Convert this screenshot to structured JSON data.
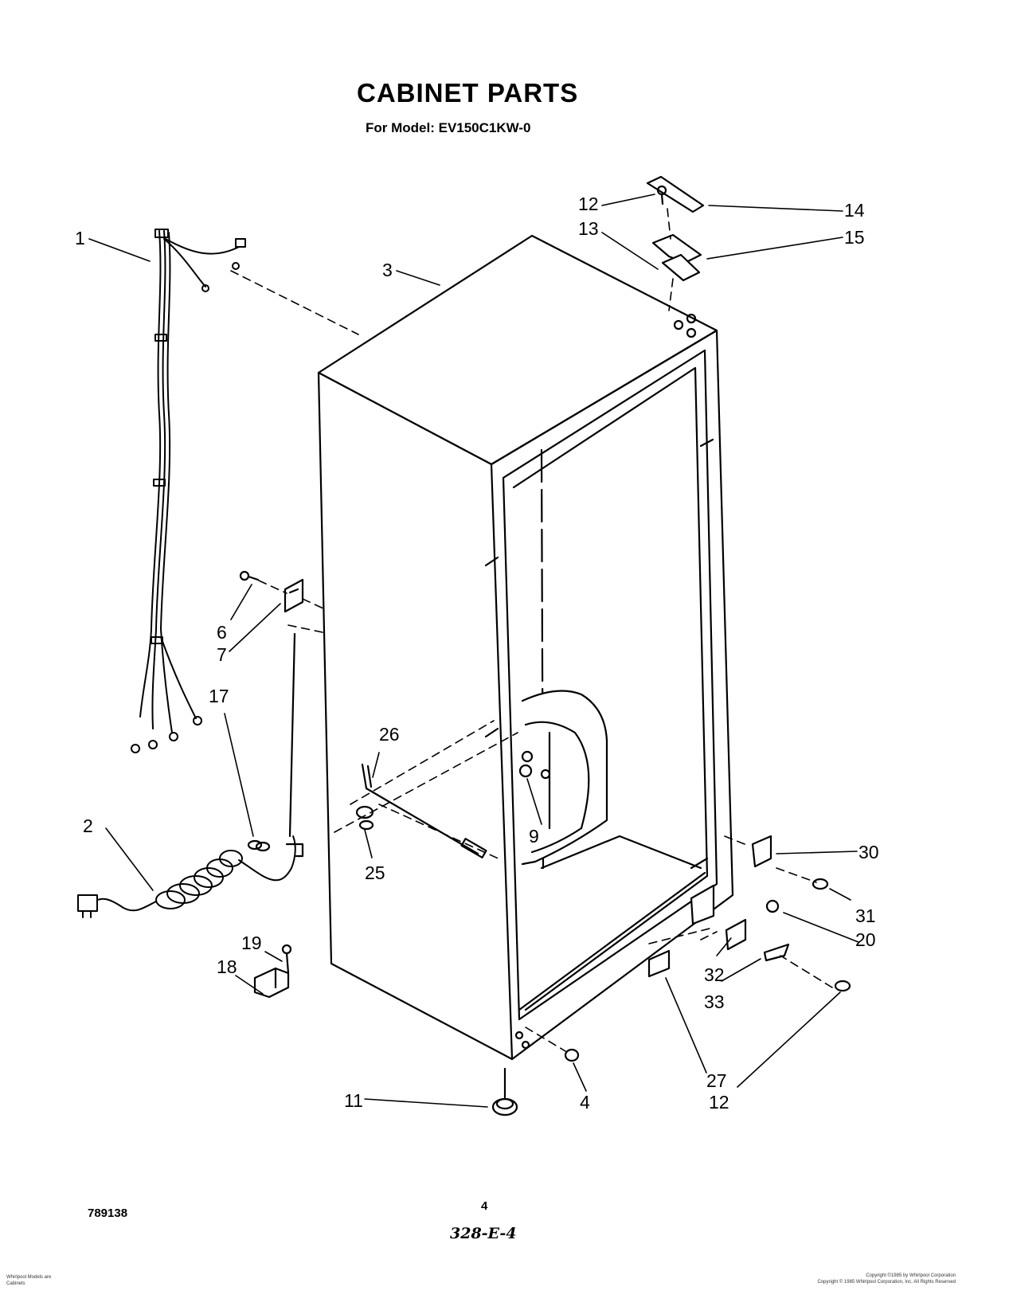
{
  "header": {
    "title": "CABINET PARTS",
    "subtitle": "For Model: EV150C1KW-0"
  },
  "callouts": [
    {
      "id": "c1",
      "label": "1"
    },
    {
      "id": "c2",
      "label": "2"
    },
    {
      "id": "c3",
      "label": "3"
    },
    {
      "id": "c4",
      "label": "4"
    },
    {
      "id": "c6",
      "label": "6"
    },
    {
      "id": "c7",
      "label": "7"
    },
    {
      "id": "c9",
      "label": "9"
    },
    {
      "id": "c11",
      "label": "11"
    },
    {
      "id": "c12a",
      "label": "12"
    },
    {
      "id": "c12b",
      "label": "12"
    },
    {
      "id": "c13",
      "label": "13"
    },
    {
      "id": "c14",
      "label": "14"
    },
    {
      "id": "c15",
      "label": "15"
    },
    {
      "id": "c17",
      "label": "17"
    },
    {
      "id": "c18",
      "label": "18"
    },
    {
      "id": "c19",
      "label": "19"
    },
    {
      "id": "c20",
      "label": "20"
    },
    {
      "id": "c25",
      "label": "25"
    },
    {
      "id": "c26",
      "label": "26"
    },
    {
      "id": "c27",
      "label": "27"
    },
    {
      "id": "c30",
      "label": "30"
    },
    {
      "id": "c31",
      "label": "31"
    },
    {
      "id": "c32",
      "label": "32"
    },
    {
      "id": "c33",
      "label": "33"
    }
  ],
  "footer": {
    "diagram_id": "789138",
    "page_number": "4",
    "handwritten_ref": "328-E-4",
    "copyright_line1": "Copyright ©1985 by Whirlpool Corporation",
    "copyright_line2": "Copyright © 1985 Whirlpool Corporation, Inc. All Rights Reserved",
    "left_note_line1": "Whirlpool Models are",
    "left_note_line2": "Cabinets"
  }
}
